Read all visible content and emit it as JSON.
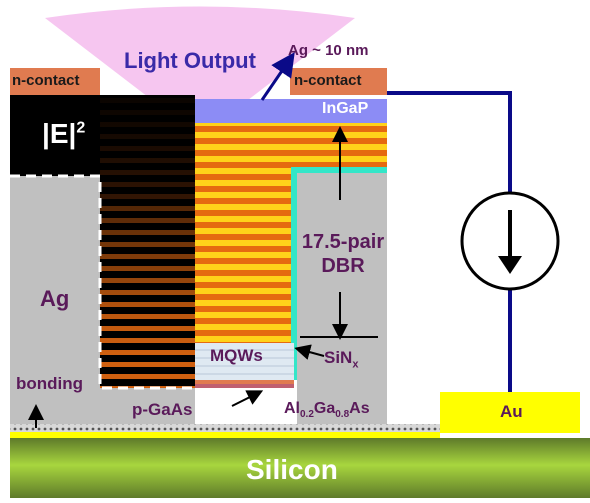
{
  "labels": {
    "light_output": "Light Output",
    "ag_thickness": "Ag ~ 10 nm",
    "n_contact_left": "n-contact",
    "n_contact_right": "n-contact",
    "ingap": "InGaP",
    "field": "|E|",
    "field_sup": "2",
    "dbr_line1": "17.5-pair",
    "dbr_line2": "DBR",
    "ag": "Ag",
    "mqws": "MQWs",
    "sinx": "SiN",
    "sinx_sub": "x",
    "bonding": "bonding",
    "pgaas": "p-GaAs",
    "algaas_al": "Al",
    "algaas_sub1": "0.2",
    "algaas_ga": "Ga",
    "algaas_sub2": "0.8",
    "algaas_as": "As",
    "au": "Au",
    "silicon": "Silicon"
  },
  "colors": {
    "contact": "#e07b50",
    "ingap": "#8c8cf5",
    "cyan": "#33e6c8",
    "dbr_yellow": "#ffd21a",
    "dbr_orange": "#e56a10",
    "ag_gray": "#c0c0c0",
    "au_yellow": "#ffff00",
    "silicon_green": "#9ecb3a",
    "circuit_blue": "#0a0a88",
    "label_purple": "#5a1a5a",
    "cone_pink": "#f6c6f0"
  }
}
